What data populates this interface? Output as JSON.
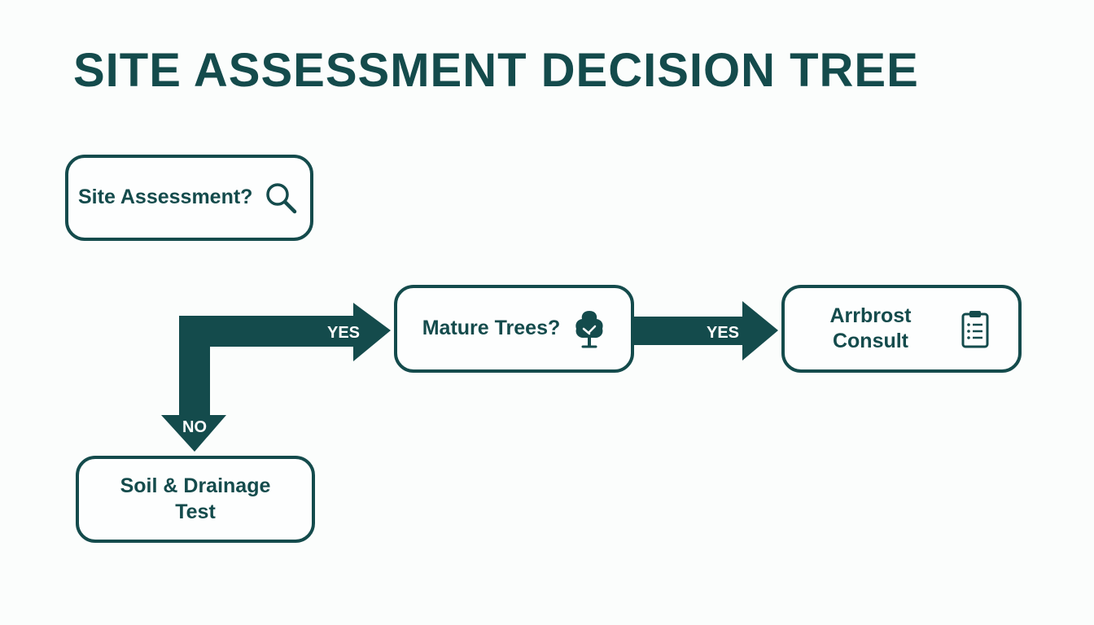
{
  "title": "SITE ASSESSMENT DECISION TREE",
  "colors": {
    "primary": "#144b4c",
    "background": "#fbfdfc",
    "node_fill": "#fdfefe",
    "edge_text": "#ffffff"
  },
  "nodes": {
    "site_assessment": {
      "label": "Site Assessment?",
      "icon": "magnifier-icon"
    },
    "mature_trees": {
      "label": "Mature Trees?",
      "icon": "tree-icon"
    },
    "arborist": {
      "label": "Arrbrost Consult",
      "icon": "clipboard-icon"
    },
    "soil": {
      "label": "Soil & Drainage Test"
    }
  },
  "edges": [
    {
      "from": "site_assessment",
      "to": "mature_trees",
      "label": "YES"
    },
    {
      "from": "mature_trees",
      "to": "arborist",
      "label": "YES"
    },
    {
      "from": "site_assessment",
      "to": "soil",
      "label": "NO"
    }
  ]
}
